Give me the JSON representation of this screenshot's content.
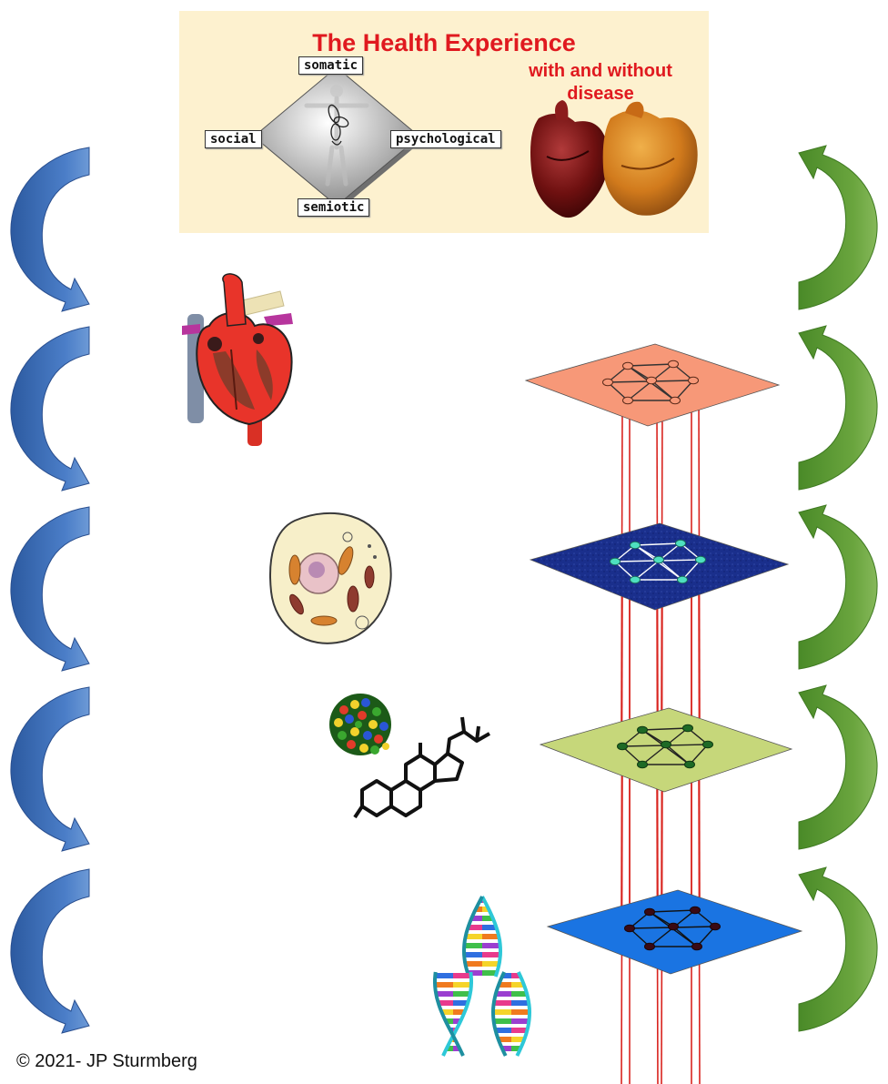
{
  "figure": {
    "title": "The Health Experience",
    "subtitle": "with and without disease",
    "dimension_labels": {
      "top": "somatic",
      "left": "social",
      "right": "psychological",
      "bottom": "semiotic"
    },
    "copyright": "© 2021- JP Sturmberg"
  },
  "colors": {
    "title_red": "#e0191f",
    "panel_bg": "#fdf1cf",
    "left_arrows": "#3f6fb6",
    "right_arrows": "#5f9a36",
    "layer_top": "#f79878",
    "layer_second": "#1a2f8c",
    "layer_third": "#c6d77a",
    "layer_bottom": "#1a74e2",
    "connector_lines": "#d9241f"
  },
  "icons": {
    "arrows_left": "curved-down-arrow-icon",
    "arrows_right": "curved-up-arrow-icon",
    "organ": "heart-illustration",
    "cell": "cell-illustration",
    "molecules": "protein-and-steroid-illustration",
    "genome": "dna-helix-illustration"
  }
}
